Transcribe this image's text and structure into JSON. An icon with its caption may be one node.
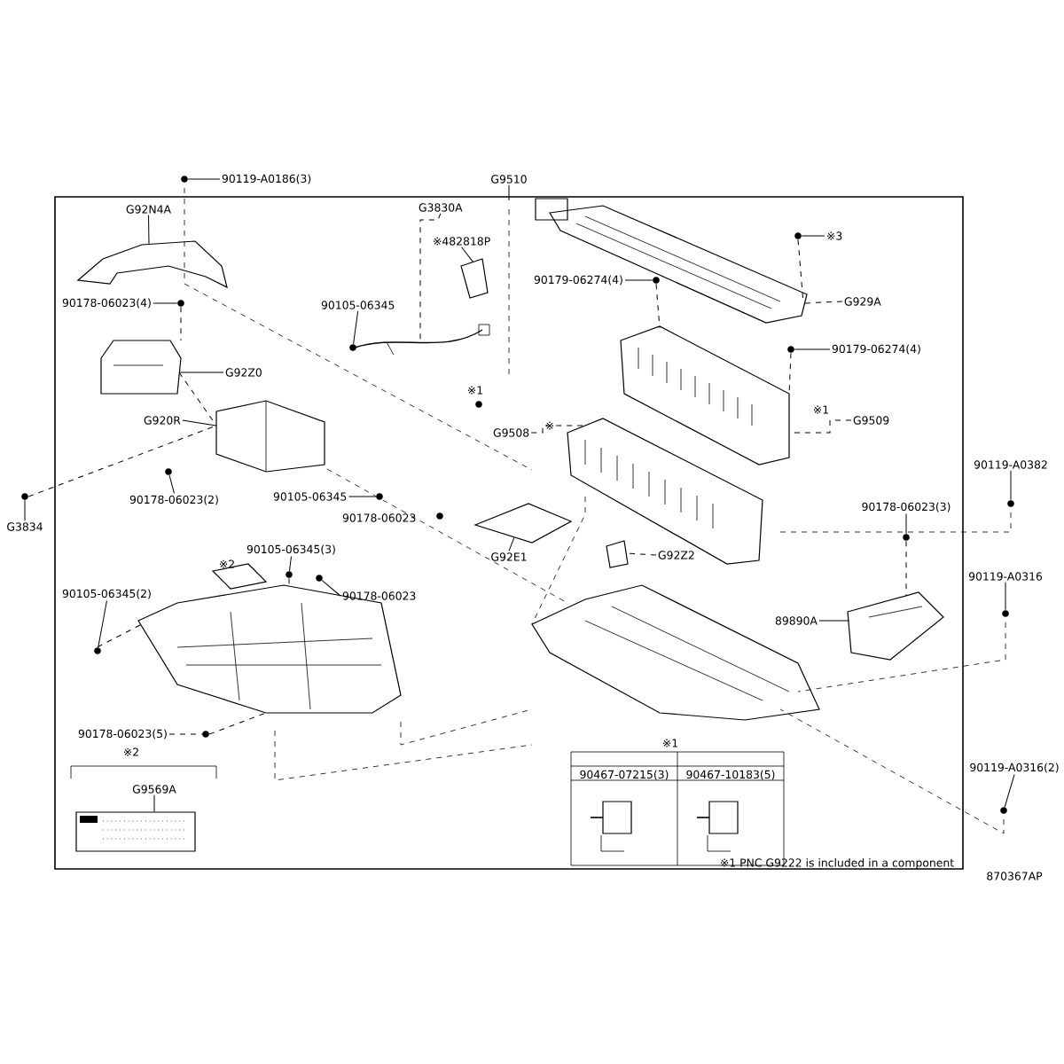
{
  "diagram": {
    "nodes": [
      {
        "text": [
          "90119-A0186(3)"
        ]
      },
      {
        "text": [
          "G92N4A"
        ]
      },
      {
        "text": [
          "G9510"
        ]
      },
      {
        "text": [
          "G3830A"
        ]
      },
      {
        "text": [
          "※482818P"
        ]
      },
      {
        "text": [
          "90105-06345"
        ]
      },
      {
        "text": [
          "90178-06023(4)"
        ]
      },
      {
        "text": [
          "G92Z0"
        ]
      },
      {
        "text": [
          "※3"
        ]
      },
      {
        "text": [
          "90179-06274(4)"
        ]
      },
      {
        "text": [
          "G929A"
        ]
      },
      {
        "text": [
          "90179-06274(4)"
        ]
      },
      {
        "text": [
          "G9509"
        ]
      },
      {
        "text": [
          "G920R"
        ]
      },
      {
        "text": [
          "G9508"
        ]
      },
      {
        "text": [
          "G3834"
        ]
      },
      {
        "text": [
          "90178-06023(2)"
        ]
      },
      {
        "text": [
          "90105-06345"
        ]
      },
      {
        "text": [
          "90178-06023"
        ]
      },
      {
        "text": [
          "G92E1"
        ]
      },
      {
        "text": [
          "G92Z2"
        ]
      },
      {
        "text": [
          "90119-A0382"
        ]
      },
      {
        "text": [
          "90178-06023(3)"
        ]
      },
      {
        "text": [
          "90119-A0316"
        ]
      },
      {
        "text": [
          "89890A"
        ]
      },
      {
        "text": [
          "90105-06345(3)"
        ]
      },
      {
        "text": [
          "90105-06345(2)"
        ]
      },
      {
        "text": [
          "90178-06023"
        ]
      },
      {
        "text": [
          "90178-06023(5)"
        ]
      },
      {
        "text": [
          "G9569A"
        ]
      },
      {
        "text": [
          "90119-A0316(2)"
        ]
      },
      {
        "text": [],
        "shape": "circle"
      },
      {
        "text": [],
        "shape": "picture"
      },
      {
        "text": [],
        "shape": "picture"
      },
      {
        "text": [],
        "shape": "picture"
      },
      {
        "text": [],
        "shape": "circle"
      },
      {
        "text": [],
        "shape": "circle"
      },
      {
        "text": [],
        "shape": "picture"
      },
      {
        "text": [],
        "shape": "circle"
      },
      {
        "text": [],
        "shape": "circle"
      },
      {
        "text": [],
        "shape": "picture"
      },
      {
        "text": [],
        "shape": "circle"
      },
      {
        "text": [],
        "shape": "picture"
      },
      {
        "text": [],
        "shape": "picture"
      },
      {
        "text": [],
        "shape": "picture"
      },
      {
        "text": [],
        "shape": "circle"
      },
      {
        "text": [],
        "shape": "circle"
      },
      {
        "text": [],
        "shape": "circle"
      },
      {
        "text": [],
        "shape": "picture"
      },
      {
        "text": [],
        "shape": "picture"
      },
      {
        "text": [],
        "shape": "circle"
      },
      {
        "text": [],
        "shape": "circle"
      },
      {
        "text": [],
        "shape": "circle"
      },
      {
        "text": [],
        "shape": "picture"
      },
      {
        "text": [],
        "shape": "circle"
      },
      {
        "text": [],
        "shape": "circle"
      },
      {
        "text": [],
        "shape": "circle"
      },
      {
        "text": [],
        "shape": "circle"
      },
      {
        "text": [],
        "shape": "picture"
      },
      {
        "text": [],
        "shape": "circle"
      },
      {
        "text": [],
        "shape": "picture"
      }
    ],
    "edges": [
      {
        "from": 0,
        "to": 31,
        "arrow": "none"
      },
      {
        "from": 1,
        "to": 32,
        "arrow": "none"
      },
      {
        "from": 2,
        "to": null,
        "arrow": "none"
      },
      {
        "from": 3,
        "to": 33,
        "arrow": "none",
        "style": "dashed"
      },
      {
        "from": 4,
        "to": 34,
        "arrow": "none"
      },
      {
        "from": 5,
        "to": 35,
        "arrow": "none"
      },
      {
        "from": 6,
        "to": 36,
        "arrow": "none"
      },
      {
        "from": 7,
        "to": 37,
        "arrow": "none"
      },
      {
        "from": 8,
        "to": 38,
        "arrow": "none"
      },
      {
        "from": 9,
        "to": 39,
        "arrow": "none"
      },
      {
        "from": 10,
        "to": 40,
        "arrow": "none",
        "style": "dashed"
      },
      {
        "from": 11,
        "to": 41,
        "arrow": "none"
      },
      {
        "from": 12,
        "to": 42,
        "arrow": "none",
        "style": "dashed"
      },
      {
        "from": 13,
        "to": 43,
        "arrow": "none"
      },
      {
        "from": 14,
        "to": 44,
        "arrow": "none",
        "style": "dashed"
      },
      {
        "from": 15,
        "to": 45,
        "arrow": "none"
      },
      {
        "from": 16,
        "to": 46,
        "arrow": "none"
      },
      {
        "from": 17,
        "to": 47,
        "arrow": "none"
      },
      {
        "from": 19,
        "to": 48,
        "arrow": "none"
      },
      {
        "from": 20,
        "to": 49,
        "arrow": "none",
        "style": "dashed"
      },
      {
        "from": 21,
        "to": 50,
        "arrow": "none"
      },
      {
        "from": 22,
        "to": 51,
        "arrow": "none"
      },
      {
        "from": 23,
        "to": 52,
        "arrow": "none"
      },
      {
        "from": 24,
        "to": 53,
        "arrow": "none"
      },
      {
        "from": 25,
        "to": 54,
        "arrow": "none"
      },
      {
        "from": 26,
        "to": 55,
        "arrow": "none"
      },
      {
        "from": 27,
        "to": 56,
        "arrow": "none"
      },
      {
        "from": 28,
        "to": 57,
        "arrow": "none",
        "style": "dashed"
      },
      {
        "from": 29,
        "to": 58,
        "arrow": "none"
      },
      {
        "from": 30,
        "to": 59,
        "arrow": "none"
      },
      {
        "from": 36,
        "to": 37,
        "arrow": "none",
        "style": "dashed"
      },
      {
        "from": 37,
        "to": 43,
        "arrow": "none",
        "style": "dashed"
      },
      {
        "from": 45,
        "to": 43,
        "arrow": "none",
        "style": "dashed"
      },
      {
        "from": 38,
        "to": 40,
        "arrow": "none",
        "style": "dashed"
      },
      {
        "from": 39,
        "to": 42,
        "arrow": "none",
        "style": "dashed"
      },
      {
        "from": 41,
        "to": 42,
        "arrow": "none",
        "style": "dashed"
      },
      {
        "from": 51,
        "to": 53,
        "arrow": "none",
        "style": "dashed"
      },
      {
        "from": 55,
        "to": 60,
        "arrow": "none",
        "style": "dashed"
      },
      {
        "from": 54,
        "to": 60,
        "arrow": "none",
        "style": "dashed"
      },
      {
        "from": 57,
        "to": 60,
        "arrow": "none",
        "style": "dashed"
      }
    ],
    "labels": [
      "※1",
      "※",
      "※1",
      "※2",
      "※2",
      "※1",
      "90467-07215(3)",
      "90467-10183(5)",
      "※1 PNC G9222 is included in a component",
      "870367AP"
    ]
  }
}
